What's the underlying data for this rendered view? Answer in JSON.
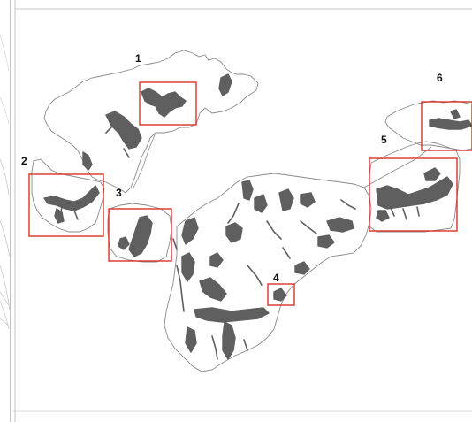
{
  "map": {
    "colors": {
      "boundary": "#8a8a8a",
      "settlement": "#5f5f5f",
      "highlight_box": "#d9342b",
      "frame_line": "#b0b0b0"
    },
    "regions": [
      {
        "id": "1",
        "label": "1"
      },
      {
        "id": "2",
        "label": "2"
      },
      {
        "id": "3",
        "label": "3"
      },
      {
        "id": "4",
        "label": "4"
      },
      {
        "id": "5",
        "label": "5"
      },
      {
        "id": "6",
        "label": "6"
      }
    ]
  }
}
